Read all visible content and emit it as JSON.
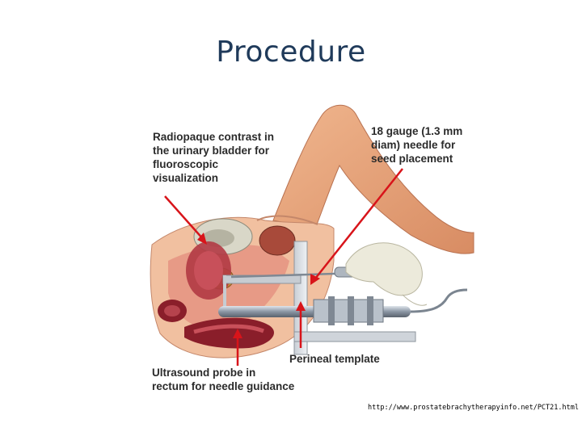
{
  "slide": {
    "title": "Procedure",
    "source_url": "http://www.prostatebrachytherapyinfo.net/PCT21.html"
  },
  "diagram": {
    "labels": {
      "contrast": "Radiopaque contrast in\nthe urinary bladder for\nfluoroscopic\nvisualization",
      "needle": "18 gauge (1.3 mm\ndiam) needle for\nseed placement",
      "template": "Perineal template",
      "probe": "Ultrasound probe in\nrectum for needle guidance"
    },
    "colors": {
      "arrow": "#d8141a",
      "skin": "#e8a57e",
      "tissue_dark": "#8a1e2a",
      "tissue_mid": "#c8505a",
      "glove": "#ecebd6",
      "metal": "#9aa3ad"
    }
  }
}
